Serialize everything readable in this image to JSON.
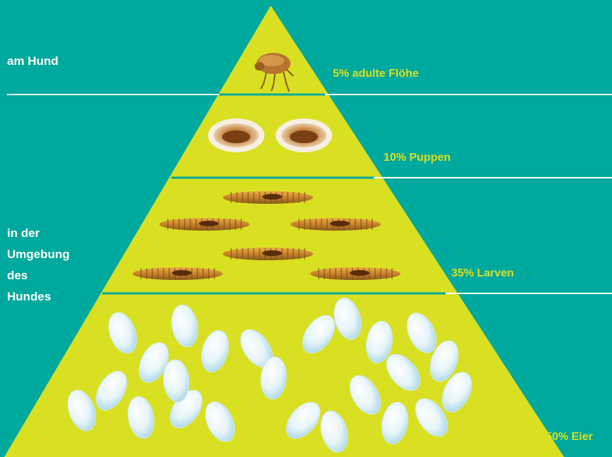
{
  "diagram": {
    "side_labels": {
      "on_dog": "am Hund",
      "environment": [
        "in der",
        "Umgebung",
        "des",
        "Hundes"
      ]
    },
    "tiers": [
      {
        "label": "5% adulte Flöhe",
        "percent": 5,
        "stage": "adult fleas"
      },
      {
        "label": "10% Puppen",
        "percent": 10,
        "stage": "pupae"
      },
      {
        "label": "35% Larven",
        "percent": 35,
        "stage": "larvae"
      },
      {
        "label": "50% Eier",
        "percent": 50,
        "stage": "eggs"
      }
    ],
    "colors": {
      "background": "#00a99d",
      "pyramid": "#d9e021",
      "label_text": "#d9e021",
      "side_text": "#ffffff",
      "divider": "#ffffff"
    },
    "icons": [
      "flea-icon",
      "pupa-icon",
      "larva-icon",
      "egg-icon"
    ]
  }
}
